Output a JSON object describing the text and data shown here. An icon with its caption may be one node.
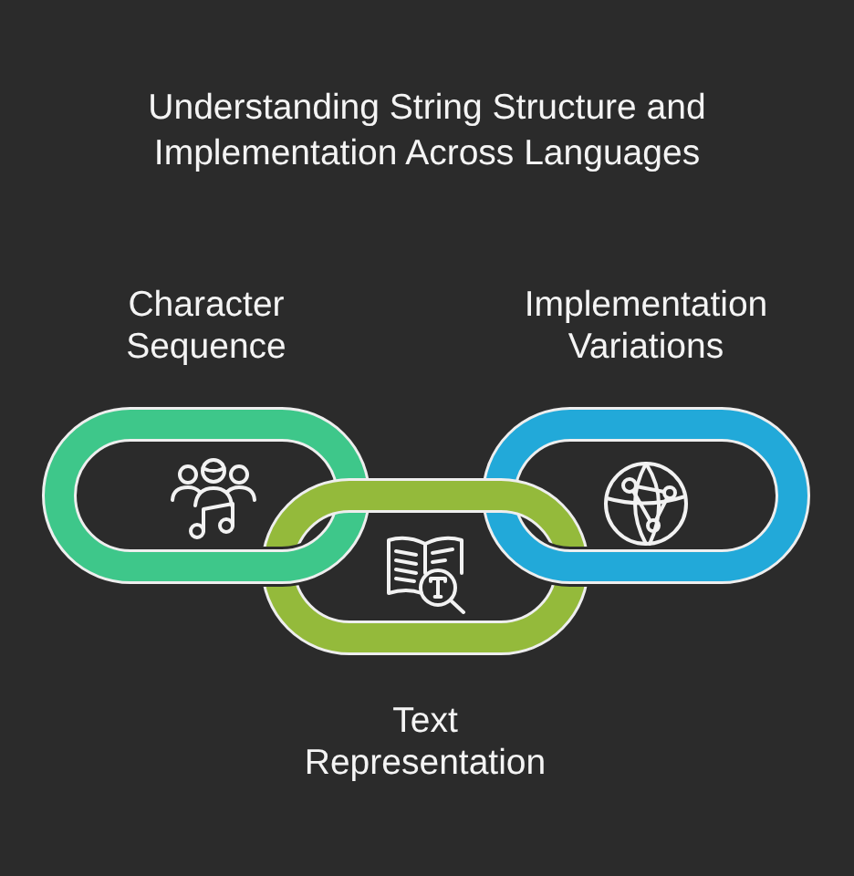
{
  "diagram": {
    "title": "Understanding String Structure and Implementation Across Languages",
    "nodes": [
      {
        "text": [
          "Character Sequence"
        ]
      },
      {
        "text": [
          "Implementation Variations"
        ]
      },
      {
        "text": [
          "Text Representation"
        ]
      }
    ]
  }
}
